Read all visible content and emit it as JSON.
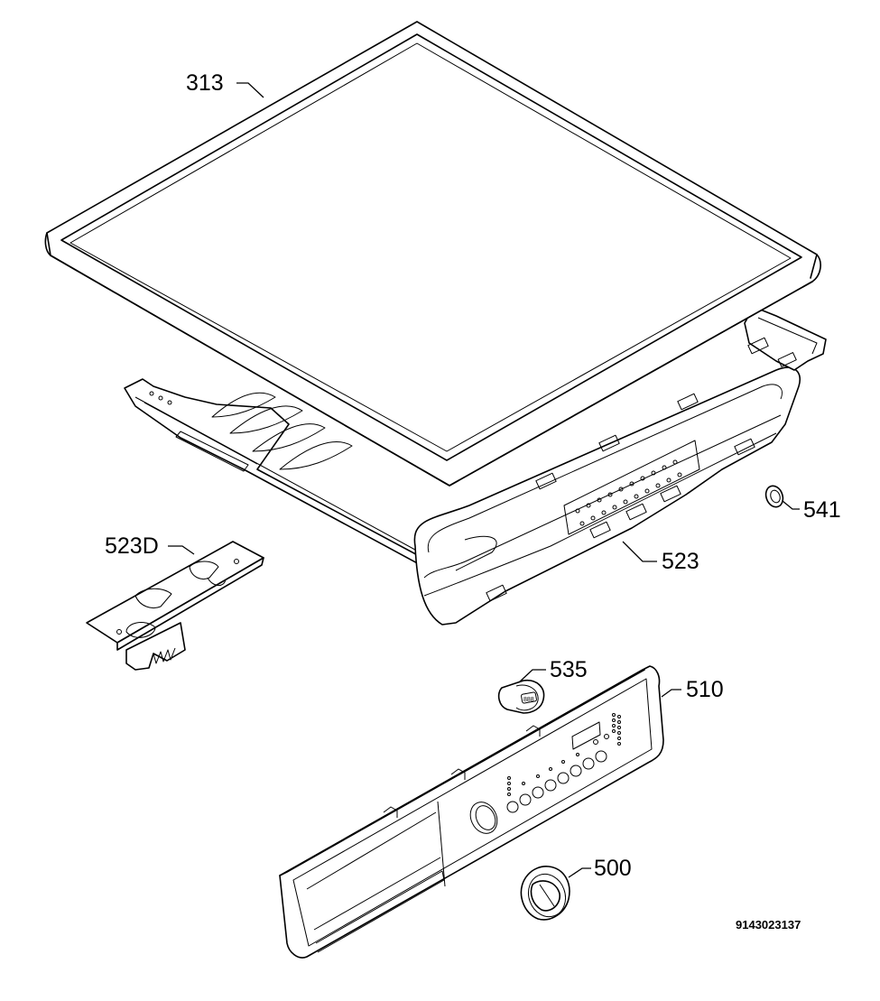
{
  "parts": [
    {
      "id": "top-cover",
      "label": "313"
    },
    {
      "id": "control-panel-frame",
      "label": "523"
    },
    {
      "id": "frame-bracket",
      "label": "523D"
    },
    {
      "id": "washer-ring",
      "label": "541"
    },
    {
      "id": "display-module",
      "label": "535"
    },
    {
      "id": "control-panel-fascia",
      "label": "510"
    },
    {
      "id": "selector-knob",
      "label": "500"
    }
  ],
  "document_number": "9143023137"
}
